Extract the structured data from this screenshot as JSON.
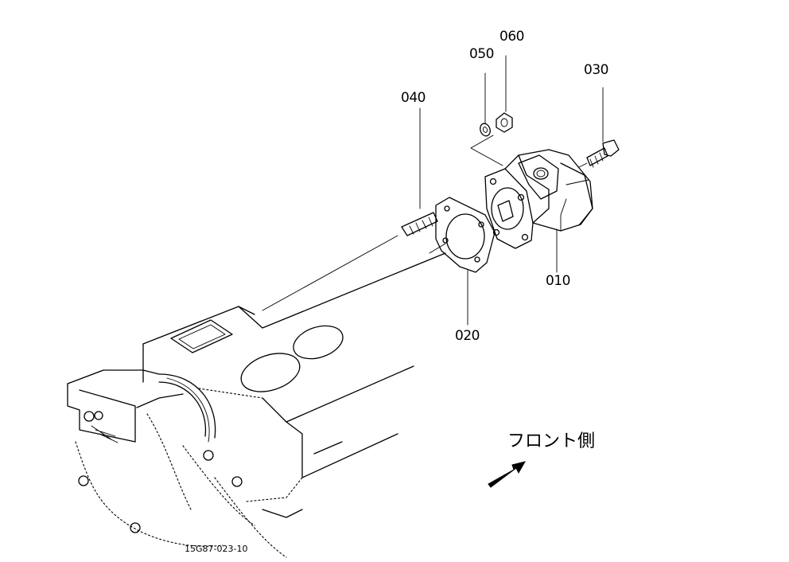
{
  "callouts": [
    {
      "id": "part-010",
      "text": "010"
    },
    {
      "id": "part-020",
      "text": "020"
    },
    {
      "id": "part-030",
      "text": "030"
    },
    {
      "id": "part-040",
      "text": "040"
    },
    {
      "id": "part-050",
      "text": "050"
    },
    {
      "id": "part-060",
      "text": "060"
    }
  ],
  "direction_label": "フロント側",
  "drawing_code": "15G87-023-10"
}
